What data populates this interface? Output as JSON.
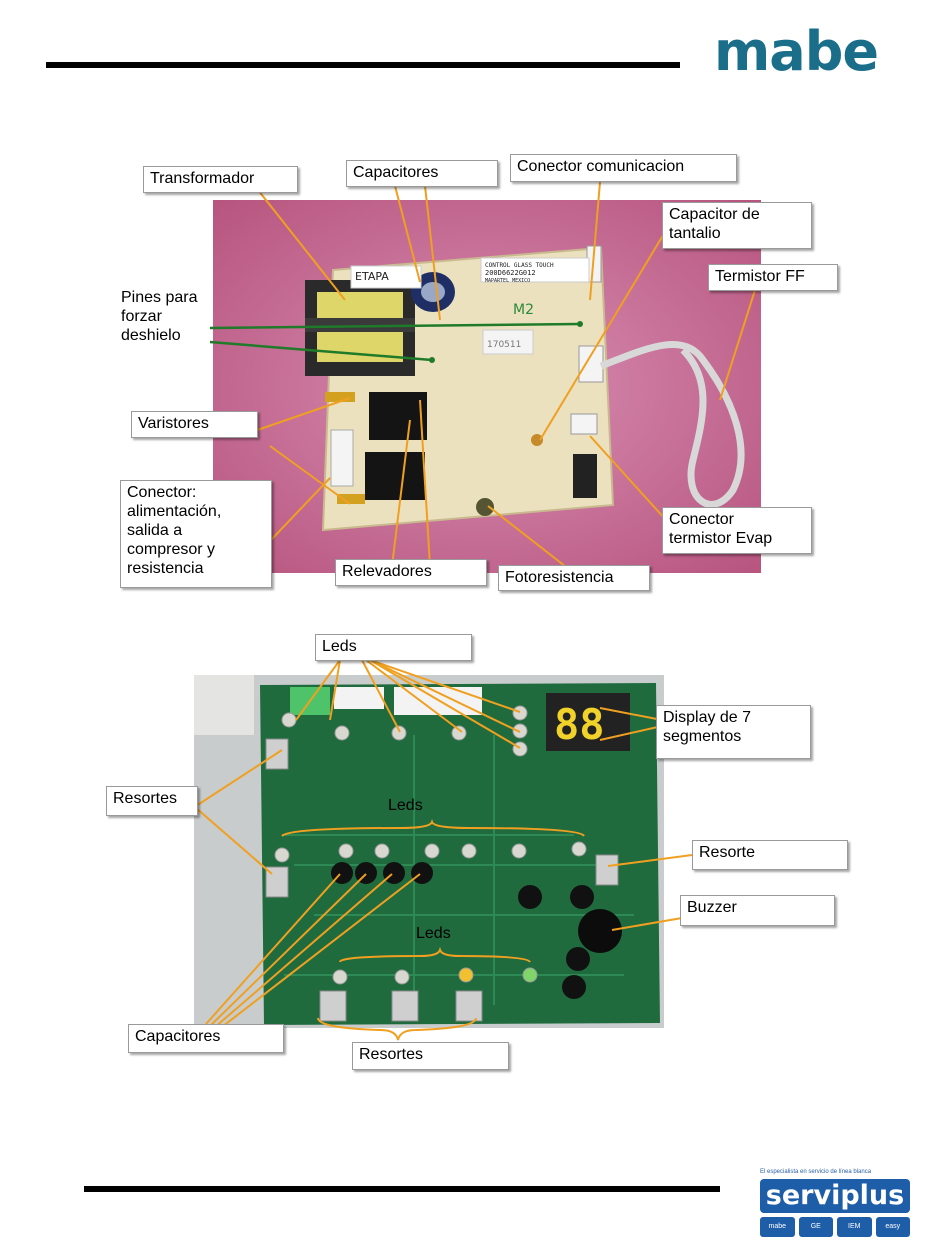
{
  "header": {
    "brand": "mabe"
  },
  "photo1": {
    "labels": {
      "transformador": "Transformador",
      "capacitores": "Capacitores",
      "conector_comunicacion": "Conector comunicacion",
      "capacitor_tantalio": "Capacitor de\ntantalio",
      "termistor_ff": "Termistor FF",
      "pines": "Pines para\nforzar\ndeshielo",
      "varistores": "Varistores",
      "conector_alimentacion": "Conector:\nalimentación,\nsalida a\ncompresor y\nresistencia",
      "relevadores": "Relevadores",
      "fotoresistencia": "Fotoresistencia",
      "conector_evap": "Conector\ntermistor Evap"
    },
    "board_print": {
      "line1": "CONTROL GLASS TOUCH",
      "line2": "200D6622G012",
      "line3": "MAPARTEL MEXICO",
      "etapa": "ETAPA",
      "handwriting": "M2",
      "sticker": "170511"
    }
  },
  "photo2": {
    "labels": {
      "leds_top": "Leds",
      "display": "Display de 7\nsegmentos",
      "resortes_left": "Resortes",
      "leds_mid": "Leds",
      "resorte_right": "Resorte",
      "buzzer": "Buzzer",
      "leds_bottom": "Leds",
      "capacitores": "Capacitores",
      "resortes_bottom": "Resortes"
    },
    "display_digits": "88"
  },
  "footer": {
    "service_tagline": "El especialista en servicio de línea blanca",
    "service_brand": "serviplus",
    "brands": [
      "mabe",
      "GE",
      "IEM",
      "easy"
    ]
  },
  "colors": {
    "arrow": "#f0a020",
    "green_line": "#1f7a2a",
    "mabe_blue": "#1a6e8a"
  }
}
